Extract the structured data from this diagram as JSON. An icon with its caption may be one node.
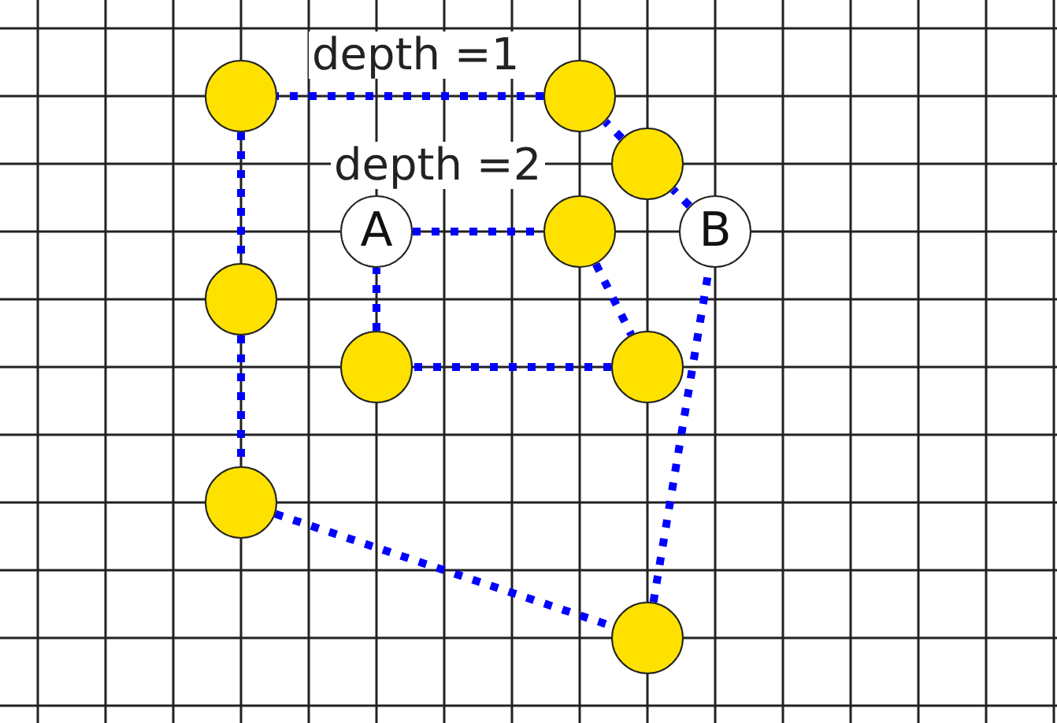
{
  "diagram": {
    "nodes": [
      {
        "text": [],
        "shape": "circle"
      },
      {
        "text": [],
        "shape": "circle"
      },
      {
        "text": [],
        "shape": "circle"
      },
      {
        "text": [
          "A"
        ]
      },
      {
        "text": [],
        "shape": "circle"
      },
      {
        "text": [
          "B"
        ]
      },
      {
        "text": [],
        "shape": "circle"
      },
      {
        "text": [],
        "shape": "circle"
      },
      {
        "text": [],
        "shape": "circle"
      },
      {
        "text": [],
        "shape": "circle"
      },
      {
        "text": [],
        "shape": "circle"
      }
    ],
    "edges": [
      {
        "from": 5,
        "to": 2,
        "arrow": "none"
      },
      {
        "from": 2,
        "to": 1,
        "arrow": "none"
      },
      {
        "from": 1,
        "to": 0,
        "arrow": "none"
      },
      {
        "from": 0,
        "to": 6,
        "arrow": "none"
      },
      {
        "from": 6,
        "to": 9,
        "arrow": "none"
      },
      {
        "from": 9,
        "to": 10,
        "arrow": "none"
      },
      {
        "from": 10,
        "to": 5,
        "arrow": "none"
      },
      {
        "from": 3,
        "to": 4,
        "arrow": "none"
      },
      {
        "from": 4,
        "to": 8,
        "arrow": "none"
      },
      {
        "from": 8,
        "to": 7,
        "arrow": "none"
      },
      {
        "from": 7,
        "to": 3,
        "arrow": "none"
      }
    ],
    "labels": [
      "depth =1",
      "depth =2"
    ]
  }
}
